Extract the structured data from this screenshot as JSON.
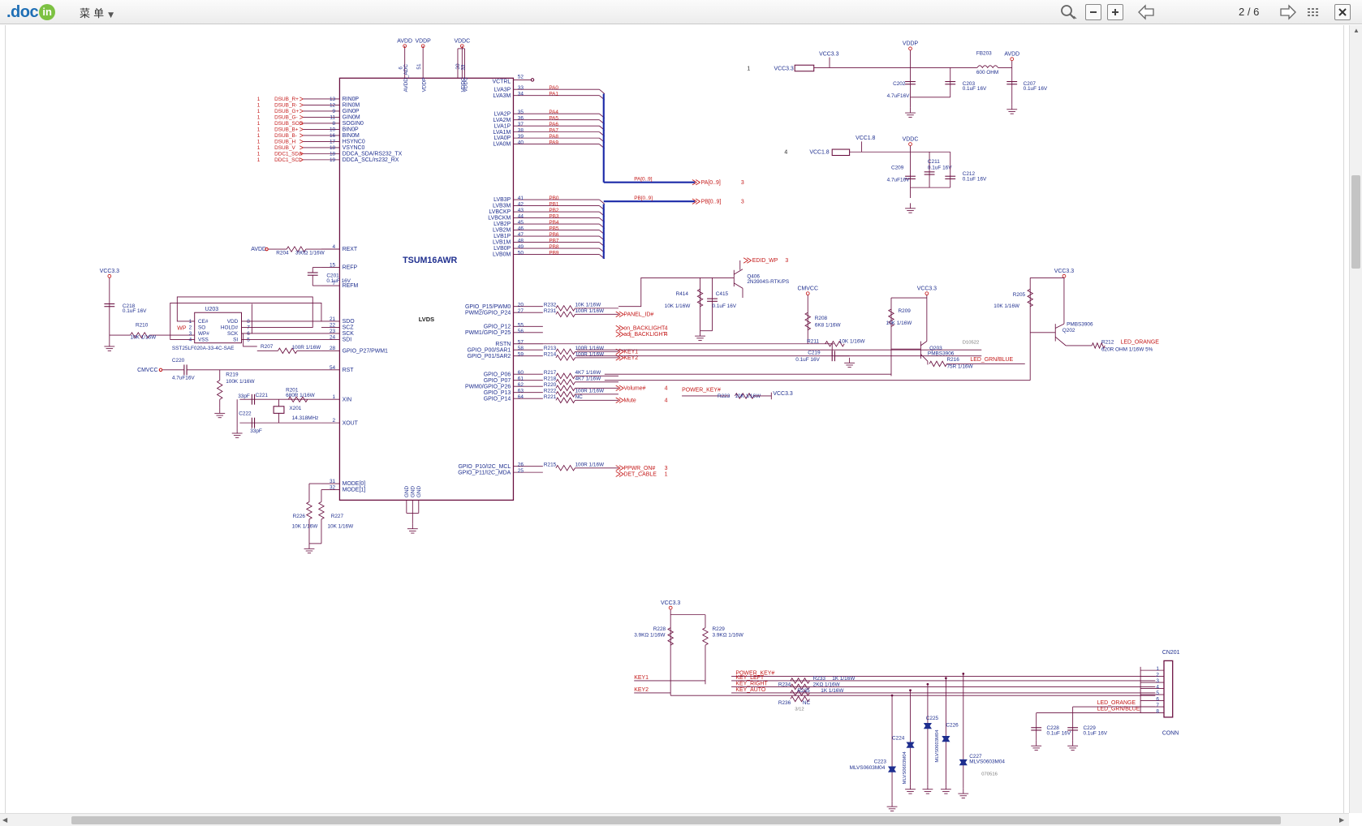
{
  "app": {
    "logo_text": ".doc",
    "logo_badge": "in",
    "menu_label": "菜 单",
    "page_current": "2",
    "page_sep": "/",
    "page_total": "6"
  },
  "toolbar_icons": [
    "search-icon",
    "zoom-out-icon",
    "zoom-in-icon",
    "prev-page-icon",
    "next-page-icon",
    "grid-view-icon",
    "close-icon"
  ],
  "schematic": {
    "chip": {
      "name": "TSUM16AWR",
      "block": "LVDS",
      "top_pins_labels": [
        "AVDD_ADC",
        "VDDP",
        "VDDC",
        "VDDC"
      ],
      "bottom_pins_labels": [
        "GND",
        "GND",
        "GND"
      ],
      "top_supplies": [
        "AVDD",
        "VDDP",
        "VDDC"
      ]
    },
    "left_inputs": [
      {
        "ref": "1",
        "net": "DSUB_R+",
        "pin": "13",
        "name": "RIN0P"
      },
      {
        "ref": "1",
        "net": "DSUB_R-",
        "pin": "12",
        "name": "RIN0M"
      },
      {
        "ref": "1",
        "net": "DSUB_G+",
        "pin": "9",
        "name": "GIN0P"
      },
      {
        "ref": "1",
        "net": "DSUB_G-",
        "pin": "11",
        "name": "GIN0M"
      },
      {
        "ref": "1",
        "net": "DSUB_SOG",
        "pin": "8",
        "name": "SOGIN0"
      },
      {
        "ref": "1",
        "net": "DSUB_B+",
        "pin": "10",
        "name": "BIN0P"
      },
      {
        "ref": "1",
        "net": "DSUB_B-",
        "pin": "16",
        "name": "BIN0M"
      },
      {
        "ref": "1",
        "net": "DSUB_H",
        "pin": "17",
        "name": "HSYNC0"
      },
      {
        "ref": "1",
        "net": "DSUB_V",
        "pin": "18",
        "name": "VSYNC0"
      },
      {
        "ref": "1",
        "net": "DDC1_SDA",
        "pin": "18",
        "name": "DDCA_SDA/RS232_TX"
      },
      {
        "ref": "1",
        "net": "DDC1_SCL",
        "pin": "19",
        "name": "DDCA_SCL/rs232_RX"
      }
    ],
    "left_misc": [
      {
        "pin": "4",
        "name": "REXT"
      },
      {
        "pin": "15",
        "name": "REFP"
      },
      {
        "pin": "7",
        "name": "REFM"
      },
      {
        "pin": "21",
        "name": "SDO"
      },
      {
        "pin": "22",
        "name": "SCZ"
      },
      {
        "pin": "23",
        "name": "SCK"
      },
      {
        "pin": "24",
        "name": "SDI"
      },
      {
        "pin": "28",
        "name": "GPIO_P27/PWM1"
      },
      {
        "pin": "54",
        "name": "RST"
      },
      {
        "pin": "1",
        "name": "XIN"
      },
      {
        "pin": "2",
        "name": "XOUT"
      },
      {
        "pin": "31",
        "name": "MODE[0]"
      },
      {
        "pin": "32",
        "name": "MODE[1]"
      }
    ],
    "vctrl": {
      "pin": "52",
      "name": "VCTRL"
    },
    "lvds_a": [
      {
        "pin": "33",
        "name": "LVA3P",
        "net": "PA0"
      },
      {
        "pin": "34",
        "name": "LVA3M",
        "net": "PA1"
      },
      {
        "pin": "35",
        "name": "LVA2P",
        "net": "PA4"
      },
      {
        "pin": "36",
        "name": "LVA2M",
        "net": "PA5"
      },
      {
        "pin": "37",
        "name": "LVA1P",
        "net": "PA6"
      },
      {
        "pin": "38",
        "name": "LVA1M",
        "net": "PA7"
      },
      {
        "pin": "39",
        "name": "LVA0P",
        "net": "PA8"
      },
      {
        "pin": "40",
        "name": "LVA0M",
        "net": "PA9"
      }
    ],
    "lvds_b": [
      {
        "pin": "41",
        "name": "LVB3P",
        "net": "PB0"
      },
      {
        "pin": "42",
        "name": "LVB3M",
        "net": "PB1"
      },
      {
        "pin": "43",
        "name": "LVBCKP",
        "net": "PB2"
      },
      {
        "pin": "44",
        "name": "LVBCKM",
        "net": "PB3"
      },
      {
        "pin": "45",
        "name": "LVB2P",
        "net": "PB4"
      },
      {
        "pin": "46",
        "name": "LVB2M",
        "net": "PB5"
      },
      {
        "pin": "47",
        "name": "LVB1P",
        "net": "PB6"
      },
      {
        "pin": "48",
        "name": "LVB1M",
        "net": "PB7"
      },
      {
        "pin": "49",
        "name": "LVB0P",
        "net": "PB8"
      },
      {
        "pin": "50",
        "name": "LVB0M",
        "net": "PB9"
      }
    ],
    "bus_a": {
      "label": "PA[0..9]",
      "port": "PA[0..9]",
      "sheet": "3"
    },
    "bus_b": {
      "label": "PB[0..9]",
      "port": "PB[0..9]",
      "sheet": "3"
    },
    "gpio_right": [
      {
        "pin": "20",
        "name": "GPIO_P15/PWM0",
        "res": "R232",
        "val": "10K 1/16W",
        "net": ""
      },
      {
        "pin": "27",
        "name": "PWM2/GPIO_P24",
        "res": "R231",
        "val": "100R 1/16W",
        "net": "PANEL_ID#"
      },
      {
        "pin": "55",
        "name": "GPIO_P12",
        "res": "",
        "val": "",
        "net": "on_BACKLIGHT",
        "sheet": "4"
      },
      {
        "pin": "56",
        "name": "PWM1/GPIO_P25",
        "res": "",
        "val": "",
        "net": "adj_BACKLIGHT",
        "sheet": "4"
      },
      {
        "pin": "57",
        "name": "RSTN",
        "res": "",
        "val": "",
        "net": ""
      },
      {
        "pin": "58",
        "name": "GPIO_P00/SAR1",
        "res": "R213",
        "val": "100R 1/16W",
        "net": "KEY1"
      },
      {
        "pin": "59",
        "name": "GPIO_P01/SAR2",
        "res": "R214",
        "val": "100R 1/16W",
        "net": "KEY2"
      },
      {
        "pin": "60",
        "name": "GPIO_P06",
        "res": "R217",
        "val": "4K7 1/16W",
        "net": ""
      },
      {
        "pin": "61",
        "name": "GPIO_P07",
        "res": "R218",
        "val": "4K7 1/16W",
        "net": ""
      },
      {
        "pin": "62",
        "name": "PWM0/GPIO_P26",
        "res": "R220",
        "val": "",
        "net": "Volume#",
        "sheet": "4"
      },
      {
        "pin": "63",
        "name": "GPIO_P13",
        "res": "R222",
        "val": "100R 1/16W",
        "net": ""
      },
      {
        "pin": "64",
        "name": "GPIO_P14",
        "res": "R221",
        "val": "NC",
        "net": "Mute",
        "sheet": "4"
      },
      {
        "pin": "26",
        "name": "GPIO_P10/I2C_MCL",
        "res": "R215",
        "val": "100R 1/16W",
        "net": "PPWR_ON#",
        "sheet": "3"
      },
      {
        "pin": "25",
        "name": "GPIO_P11/I2C_MDA",
        "res": "",
        "val": "",
        "net": "DET_CABLE",
        "sheet": "1"
      }
    ],
    "power_key": {
      "net": "POWER_KEY#",
      "res": "R223",
      "val": "10K 1/16W",
      "rail": "VCC3.3"
    },
    "misc_labels": {
      "avdd_rext": "AVDD",
      "r204": "R204",
      "r204_val": "390Ω 1/16W",
      "c201": "C201",
      "c201_val": "0.1uF 16V",
      "vcc33_left": "VCC3.3",
      "c218": "C218",
      "c218_val": "0.1uF 16V",
      "r210": "R210",
      "r210_val": "10K 1/16W",
      "wp": "WP",
      "u203": "U203",
      "u203_pins": [
        "CE#",
        "SO",
        "WP#",
        "VSS",
        "VDD",
        "HOLD#",
        "SCK",
        "SI"
      ],
      "u203_nums": [
        "1",
        "2",
        "3",
        "4",
        "8",
        "7",
        "6",
        "5"
      ],
      "u203_part": "SST25LF020A-33-4C-SAE",
      "r207": "R207",
      "r207_val": "100R 1/16W",
      "c220": "C220",
      "c220_val": "4.7uF16V",
      "cmvcc": "CMVCC",
      "r219": "R219",
      "r219_val": "100K 1/16W",
      "r201": "R201",
      "r201_val": "680R 1/16W",
      "c221": "C221",
      "c221_val": "33pF",
      "x201": "X201",
      "x201_val": "14.318MHz",
      "c222": "C222",
      "c222_val": "33pF",
      "r226": "R226",
      "r226_val": "10K 1/16W",
      "r227": "R227",
      "r227_val": "10K 1/16W",
      "vcc33_top": "VCC3.3",
      "vdd33_fb": "VDDP",
      "fb203": "FB203",
      "fb203_val": "600 OHM",
      "avdd_fb": "AVDD",
      "c202": "C202",
      "c202_val": "4.7uF16V",
      "c203": "C203",
      "c203_val": "0.1uF 16V",
      "c207": "C207",
      "c207_val": "0.1uF 16V",
      "vcc18": "VCC1.8",
      "vddc": "VDDC",
      "c209": "C209",
      "c209_val": "4.7uF16V",
      "c211": "C211",
      "c211_val": "0.1uF 16V",
      "c212": "C212",
      "c212_val": "0.1uF 16V",
      "sheet1": "1",
      "sheet4": "4",
      "edid_wp": "EDID_WP",
      "edid_sheet": "3",
      "q406": "Q406",
      "q406_val": "2N3904S-RTK/PS",
      "r414": "R414",
      "r414_val": "10K 1/16W",
      "c415": "C415",
      "c415_val": "0.1uF 16V",
      "cmvcc2": "CMVCC",
      "r208": "R208",
      "r208_val": "6K8 1/16W",
      "r211": "R211",
      "r211_val": "10K 1/16W",
      "c219": "C219",
      "c219_val": "0.1uF 16V",
      "vcc33_q203": "VCC3.3",
      "r209": "R209",
      "r209_val": "10K 1/16W",
      "q203": "Q203",
      "q203_val": "PMBS3906",
      "r216": "R216",
      "r216_val": "75R 1/16W",
      "led_grn": "LED_GRN/BLUE",
      "d10522": "D10522",
      "vcc33_q202": "VCC3.3",
      "r205": "R205",
      "r205_val": "10K 1/16W",
      "q202": "Q202",
      "q202_val": "PMBS3906",
      "r212": "R212",
      "r212_val": "620R OHM 1/16W 5%",
      "led_orange": "LED_ORANGE"
    },
    "key_board": {
      "vcc": "VCC3.3",
      "r228": "R228",
      "r228_val": "3.9KΩ 1/16W",
      "r229": "R229",
      "r229_val": "3.9KΩ 1/16W",
      "key1": "KEY1",
      "key2": "KEY2",
      "nets": [
        "POWER_KEY#",
        "KEY_LEFT",
        "KEY_RIGHT",
        "KEY_AUTO"
      ],
      "r233": "R233",
      "r233_val": "1K 1/16W",
      "r234": "R234",
      "r234_val": "2KΩ 1/16W",
      "r235": "R235",
      "r235_val": "1K 1/16W",
      "r236": "R236",
      "r236_val": "NC",
      "note": "3/12",
      "led_nets": [
        "LED_ORANGE",
        "LED_GRN/BLUE"
      ],
      "c228": "C228",
      "c228_val": "0.1uF 16V",
      "c229": "C229",
      "c229_val": "0.1uF 16V",
      "cn201": "CN201",
      "conn": "CONN",
      "conn_pins": [
        "1",
        "2",
        "3",
        "4",
        "5",
        "6",
        "7",
        "8"
      ],
      "c223": "C223",
      "c224": "C224",
      "c225": "C225",
      "c226": "C226",
      "c227": "C227",
      "tvs": "MLVS0603M04",
      "stamp": "070516"
    }
  }
}
